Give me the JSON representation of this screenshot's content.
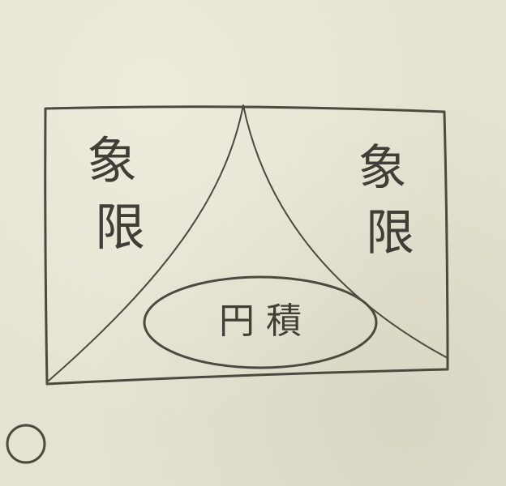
{
  "diagram": {
    "left_label": "象限",
    "right_label": "象限",
    "center_label": "円 積",
    "ink_color": "#4a4a40",
    "paper_color": "#e4e2d0"
  }
}
